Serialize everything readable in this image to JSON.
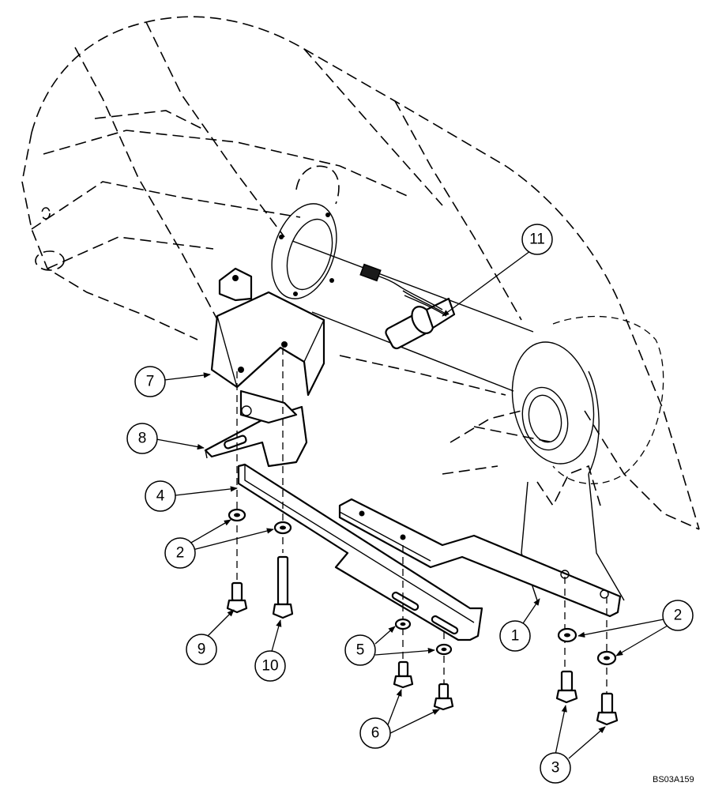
{
  "figure_id": "BS03A159",
  "callouts": {
    "c1": "1",
    "c2a": "2",
    "c2b": "2",
    "c3": "3",
    "c4": "4",
    "c5": "5",
    "c6": "6",
    "c7": "7",
    "c8": "8",
    "c9": "9",
    "c10": "10",
    "c11": "11"
  }
}
